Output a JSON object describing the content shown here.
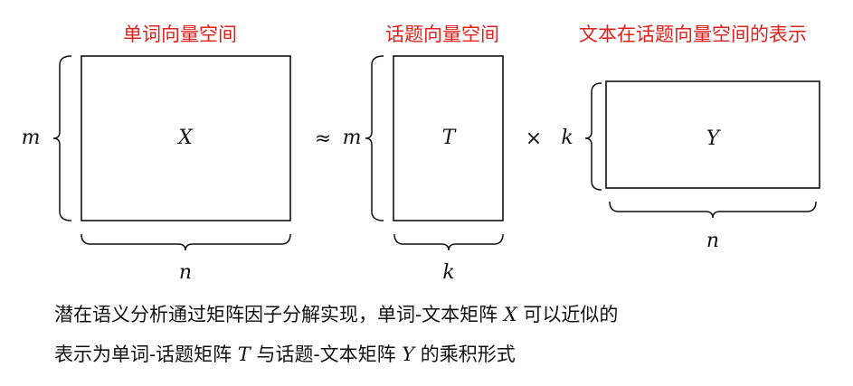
{
  "titles": {
    "word_space": "单词向量空间",
    "topic_space": "话题向量空间",
    "doc_repr": "文本在话题向量空间的表示"
  },
  "matrices": {
    "X": {
      "label": "X",
      "rows": "m",
      "cols": "n"
    },
    "T": {
      "label": "T",
      "rows": "m",
      "cols": "k"
    },
    "Y": {
      "label": "Y",
      "rows": "k",
      "cols": "n"
    }
  },
  "operators": {
    "approx": "≈",
    "times": "×"
  },
  "caption": {
    "line1_a": "潜在语义分析通过矩阵因子分解实现，单词-文本矩阵 ",
    "line1_var": "X",
    "line1_b": " 可以近似的",
    "line2_a": "表示为单词-话题矩阵 ",
    "line2_var1": "T",
    "line2_b": " 与话题-文本矩阵 ",
    "line2_var2": "Y",
    "line2_c": " 的乘积形式"
  },
  "colors": {
    "title": "#e0201b",
    "ink": "#111111"
  }
}
